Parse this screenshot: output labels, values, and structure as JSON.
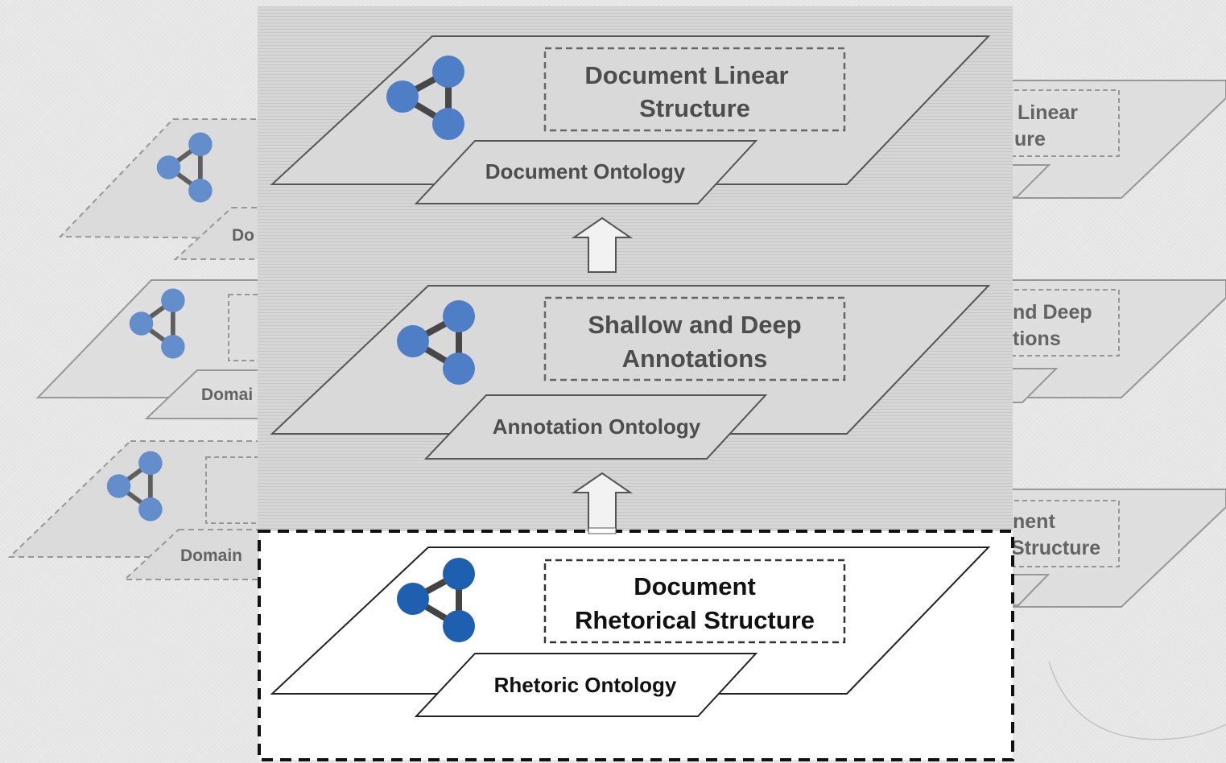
{
  "colors": {
    "background": "#e9e9e9",
    "panel_gray": "#d3d3d3",
    "ghost_gray": "#d6d6d6",
    "node_blue": "#1e5fb0",
    "node_blue_faded": "#4d7ec6",
    "edge": "#474747",
    "text_dark": "#111111",
    "text_gray": "#4d4d4d"
  },
  "icons": [
    "ontology-graph-icon",
    "up-arrow-icon"
  ],
  "main_layers": [
    {
      "structure": [
        "Document Linear",
        "Structure"
      ],
      "ontology": "Document Ontology",
      "highlighted": false
    },
    {
      "structure": [
        "Shallow and Deep",
        "Annotations"
      ],
      "ontology": "Annotation Ontology",
      "highlighted": false
    },
    {
      "structure": [
        "Document",
        "Rhetorical Structure"
      ],
      "ontology": "Rhetoric Ontology",
      "highlighted": true
    }
  ],
  "left_ghost_labels": {
    "top": "Do",
    "middle": "Domai",
    "bottom": "Domain"
  },
  "right_ghost_labels": {
    "top": [
      "Linear",
      "ure"
    ],
    "middle": [
      "nd Deep",
      "tions"
    ],
    "bottom": [
      "nent",
      "Structure"
    ]
  }
}
